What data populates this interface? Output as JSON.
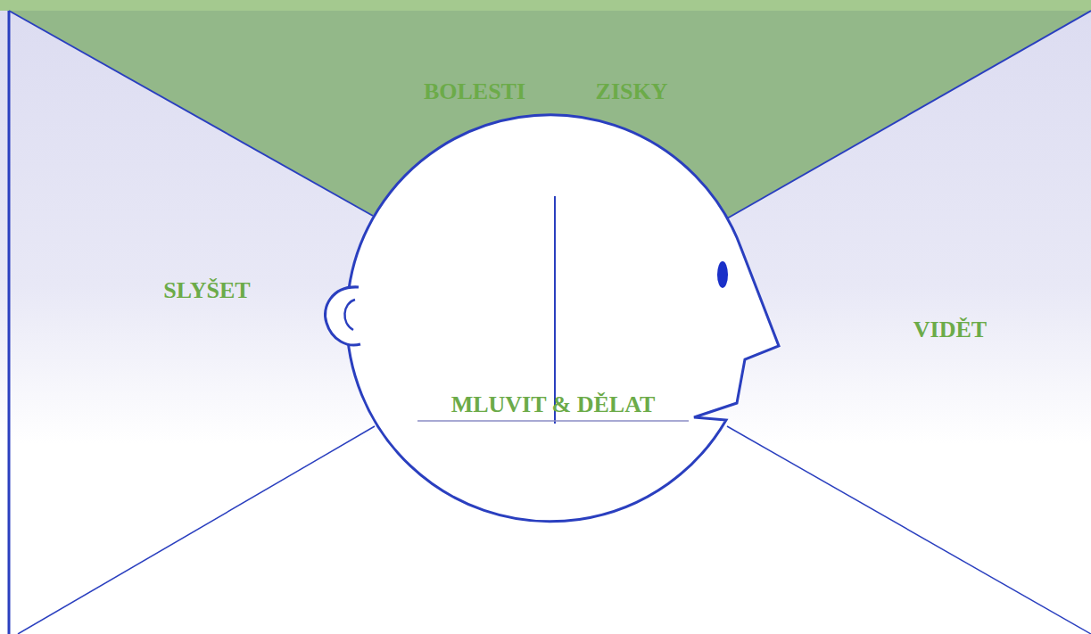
{
  "diagram": {
    "labels": [
      "BOLESTI",
      "ZISKY",
      "SLYŠET",
      "VIDĚT",
      "MLUVIT & DĚLAT"
    ]
  }
}
